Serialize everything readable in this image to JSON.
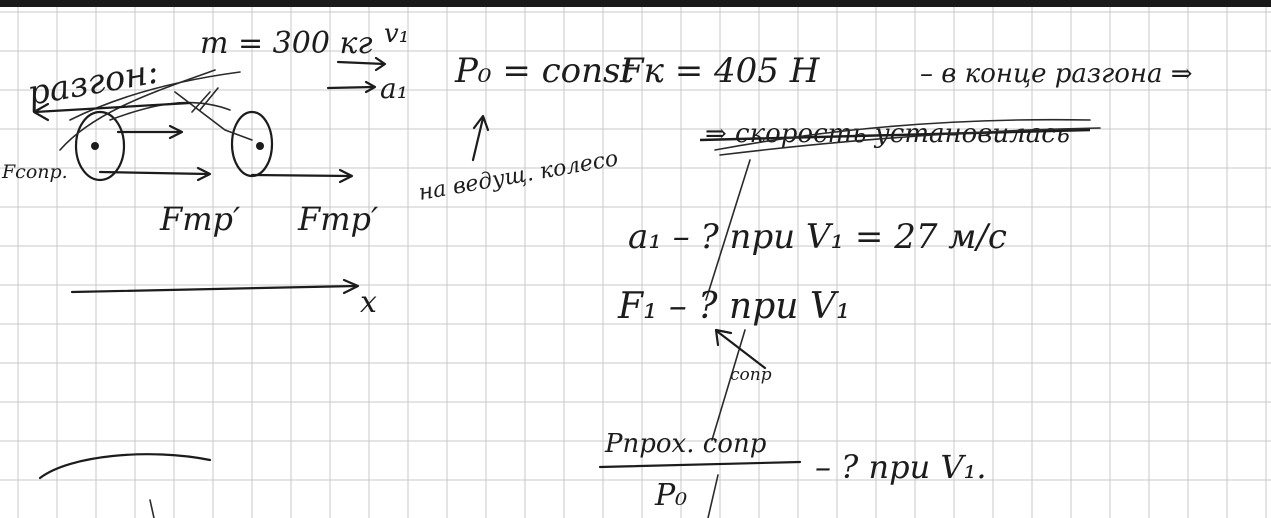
{
  "note": {
    "line1": {
      "razgon": "разгон:",
      "mass": "m = 300 кг",
      "v1": "v₁",
      "a1": "a₁",
      "p0_const": "P₀ = const",
      "fk": "Fк = 405 H",
      "remark": "– в конце разгона ⇒"
    },
    "struck_line": "⇒ скорость установилась",
    "forces": {
      "f_sopr": "Fсопр.",
      "f_tr_1": "Fтр′",
      "f_tr_2": "Fтр′",
      "axis_x": "x"
    },
    "wheel_note": "на ведущ. колесо",
    "question_a1": "a₁ – ? при V₁ = 27 м/с",
    "question_f1": "F₁ – ? при V₁",
    "sopr_sub": "сопр",
    "ratio": {
      "numerator": "Pпрох. сопр",
      "denominator": "P₀",
      "tail": "– ? при V₁."
    }
  }
}
